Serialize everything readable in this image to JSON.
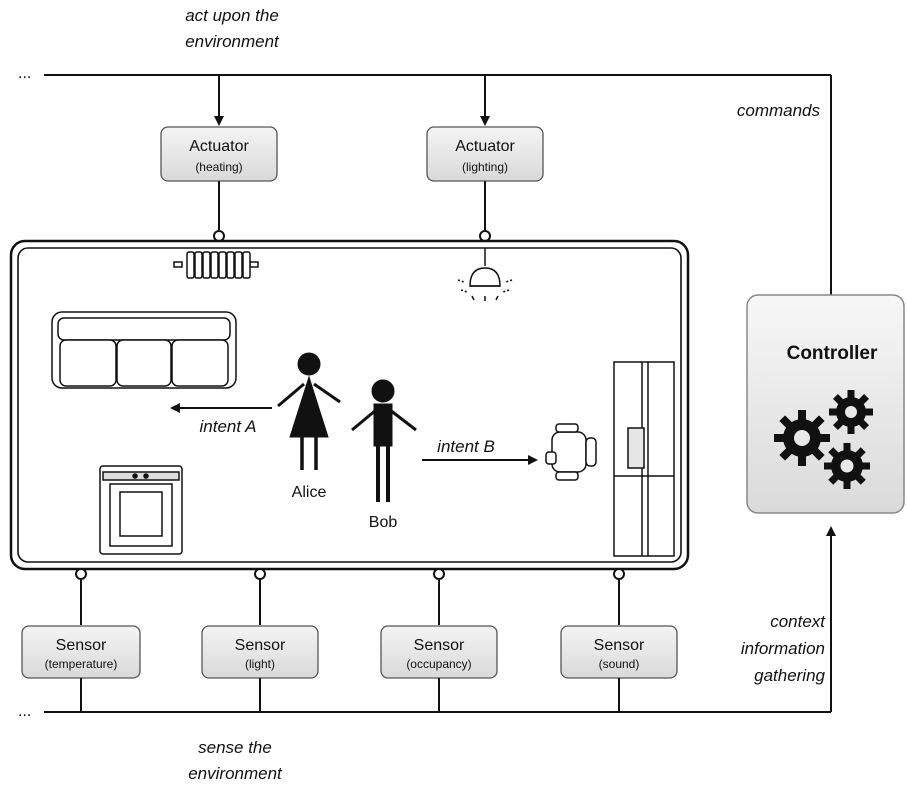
{
  "top": {
    "ellipsis": "...",
    "caption_line1": "act upon the",
    "caption_line2": "environment"
  },
  "bottom": {
    "ellipsis": "...",
    "caption_line1": "sense the",
    "caption_line2": "environment"
  },
  "commands_label": "commands",
  "context": {
    "line1": "context",
    "line2": "information",
    "line3": "gathering"
  },
  "actuators": [
    {
      "title": "Actuator",
      "subtitle": "(heating)"
    },
    {
      "title": "Actuator",
      "subtitle": "(lighting)"
    }
  ],
  "sensors": [
    {
      "title": "Sensor",
      "subtitle": "(temperature)"
    },
    {
      "title": "Sensor",
      "subtitle": "(light)"
    },
    {
      "title": "Sensor",
      "subtitle": "(occupancy)"
    },
    {
      "title": "Sensor",
      "subtitle": "(sound)"
    }
  ],
  "controller": {
    "title": "Controller",
    "icon": "gears-icon"
  },
  "room": {
    "person_a": "Alice",
    "person_b": "Bob",
    "intent_a": "intent A",
    "intent_b": "intent B"
  }
}
